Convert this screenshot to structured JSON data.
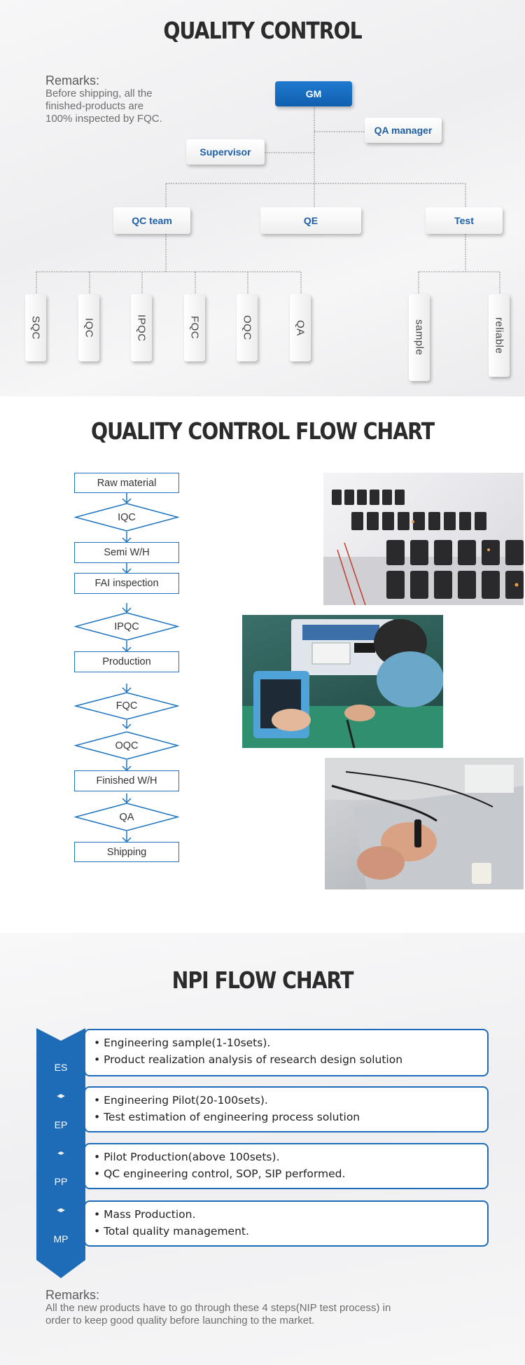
{
  "org": {
    "title": "QUALITY CONTROL",
    "remarks_heading": "Remarks:",
    "remarks_lines": [
      "Before shipping, all the",
      "finished-products are",
      "100% inspected by FQC."
    ],
    "gm": "GM",
    "qa_manager": "QA manager",
    "supervisor": "Supervisor",
    "qc_team": "QC team",
    "qe": "QE",
    "test": "Test",
    "qc_members": [
      "SQC",
      "IQC",
      "IPQC",
      "FQC",
      "OQC",
      "QA"
    ],
    "test_members": [
      "sample",
      "reliable"
    ]
  },
  "flow": {
    "title": "QUALITY CONTROL FLOW CHART",
    "steps": [
      "Raw material",
      "IQC",
      "Semi W/H",
      "FAI inspection",
      "IPQC",
      "Production",
      "FQC",
      "OQC",
      "Finished W/H",
      "QA",
      "Shipping"
    ]
  },
  "npi": {
    "title": "NPI FLOW CHART",
    "stages": [
      {
        "tag": "ES",
        "lines": [
          "• Engineering sample(1-10sets).",
          "• Product realization analysis of research design solution"
        ]
      },
      {
        "tag": "EP",
        "lines": [
          "• Engineering Pilot(20-100sets).",
          "• Test estimation of engineering process solution"
        ]
      },
      {
        "tag": "PP",
        "lines": [
          "• Pilot Production(above 100sets).",
          "•  QC engineering control, SOP, SIP performed."
        ]
      },
      {
        "tag": "MP",
        "lines": [
          "• Mass Production.",
          "• Total quality management."
        ]
      }
    ],
    "remarks_heading": "Remarks:",
    "remarks_lines": [
      "All the new products have to go through these 4 steps(NIP test process) in",
      "order to keep good quality before launching  to the market."
    ]
  },
  "colors": {
    "accent": "#1e6cb8",
    "title": "#2b2b2b"
  }
}
